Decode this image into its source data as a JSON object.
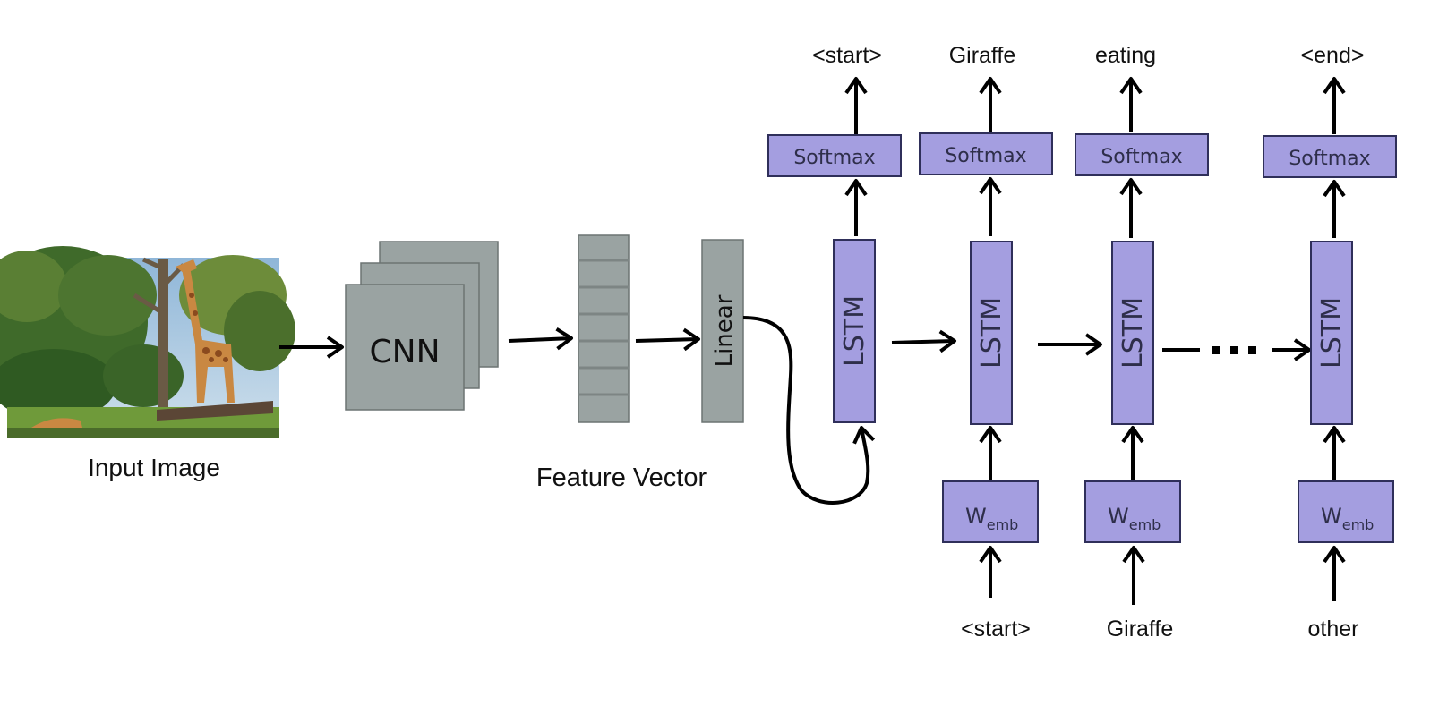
{
  "colors": {
    "lstm_fill": "#a49ee0",
    "gray_fill": "#9aa3a2",
    "stroke": "#2f2f5a",
    "arrow": "#000000"
  },
  "input": {
    "label": "Input Image"
  },
  "cnn": {
    "label": "CNN"
  },
  "feature": {
    "label": "Feature Vector"
  },
  "linear": {
    "label": "Linear"
  },
  "steps": [
    {
      "output": "<start>",
      "softmax": "Softmax",
      "lstm": "LSTM",
      "input_word": "",
      "emb_main": "",
      "emb_sub": ""
    },
    {
      "output": "Giraffe",
      "softmax": "Softmax",
      "lstm": "LSTM",
      "input_word": "<start>",
      "emb_main": "W",
      "emb_sub": "emb"
    },
    {
      "output": "eating",
      "softmax": "Softmax",
      "lstm": "LSTM",
      "input_word": "Giraffe",
      "emb_main": "W",
      "emb_sub": "emb"
    },
    {
      "output": "<end>",
      "softmax": "Softmax",
      "lstm": "LSTM",
      "input_word": "other",
      "emb_main": "W",
      "emb_sub": "emb"
    }
  ]
}
